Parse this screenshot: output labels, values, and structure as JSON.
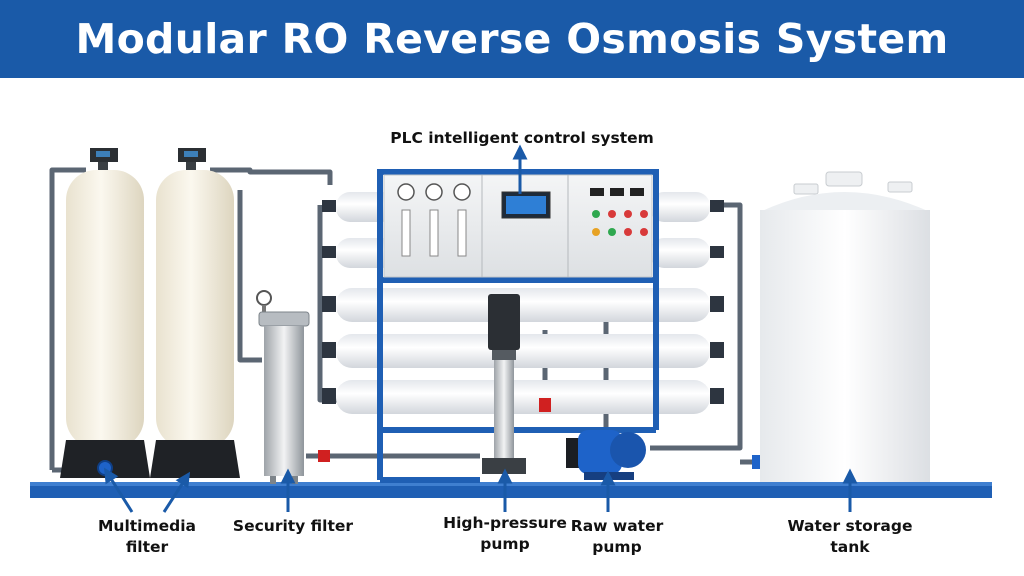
{
  "title": "Modular RO Reverse Osmosis System",
  "labels": {
    "plc": "PLC intelligent control system",
    "multimedia_filter": [
      "Multimedia",
      "filter"
    ],
    "security_filter": "Security filter",
    "high_pressure_pump": [
      "High-pressure",
      "pump"
    ],
    "raw_water_pump": [
      "Raw water",
      "pump"
    ],
    "water_storage_tank": [
      "Water storage",
      "tank"
    ]
  },
  "colors": {
    "title_bar": "#1a5aa8",
    "frame_blue": "#1f5fb4",
    "pipe_grey": "#5b6673",
    "pump_blue": "#1e63c9",
    "arrow_blue": "#1a5aa8"
  }
}
